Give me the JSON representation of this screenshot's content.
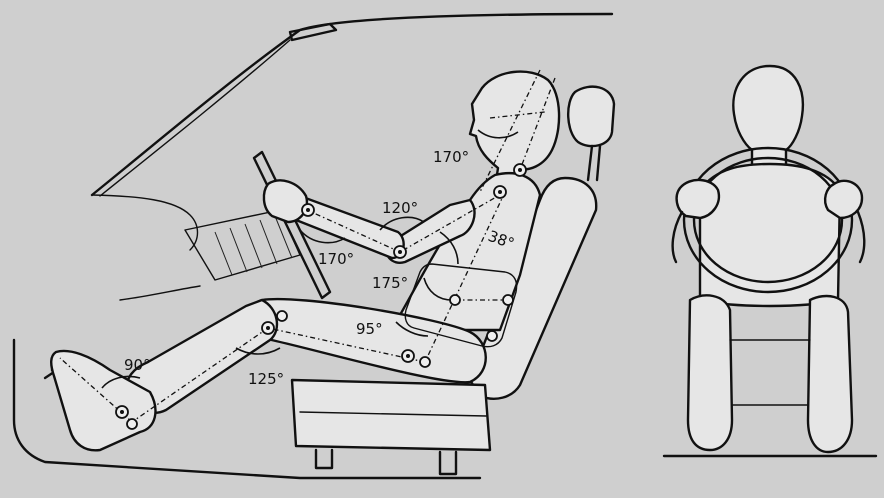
{
  "diagram": {
    "angles": {
      "neck": "170°",
      "elbow": "120°",
      "back_recline": "38°",
      "wrist": "170°",
      "hip": "175°",
      "knee_hip": "95°",
      "knee": "125°",
      "ankle": "90°"
    },
    "views": [
      "side-view",
      "front-view"
    ]
  }
}
